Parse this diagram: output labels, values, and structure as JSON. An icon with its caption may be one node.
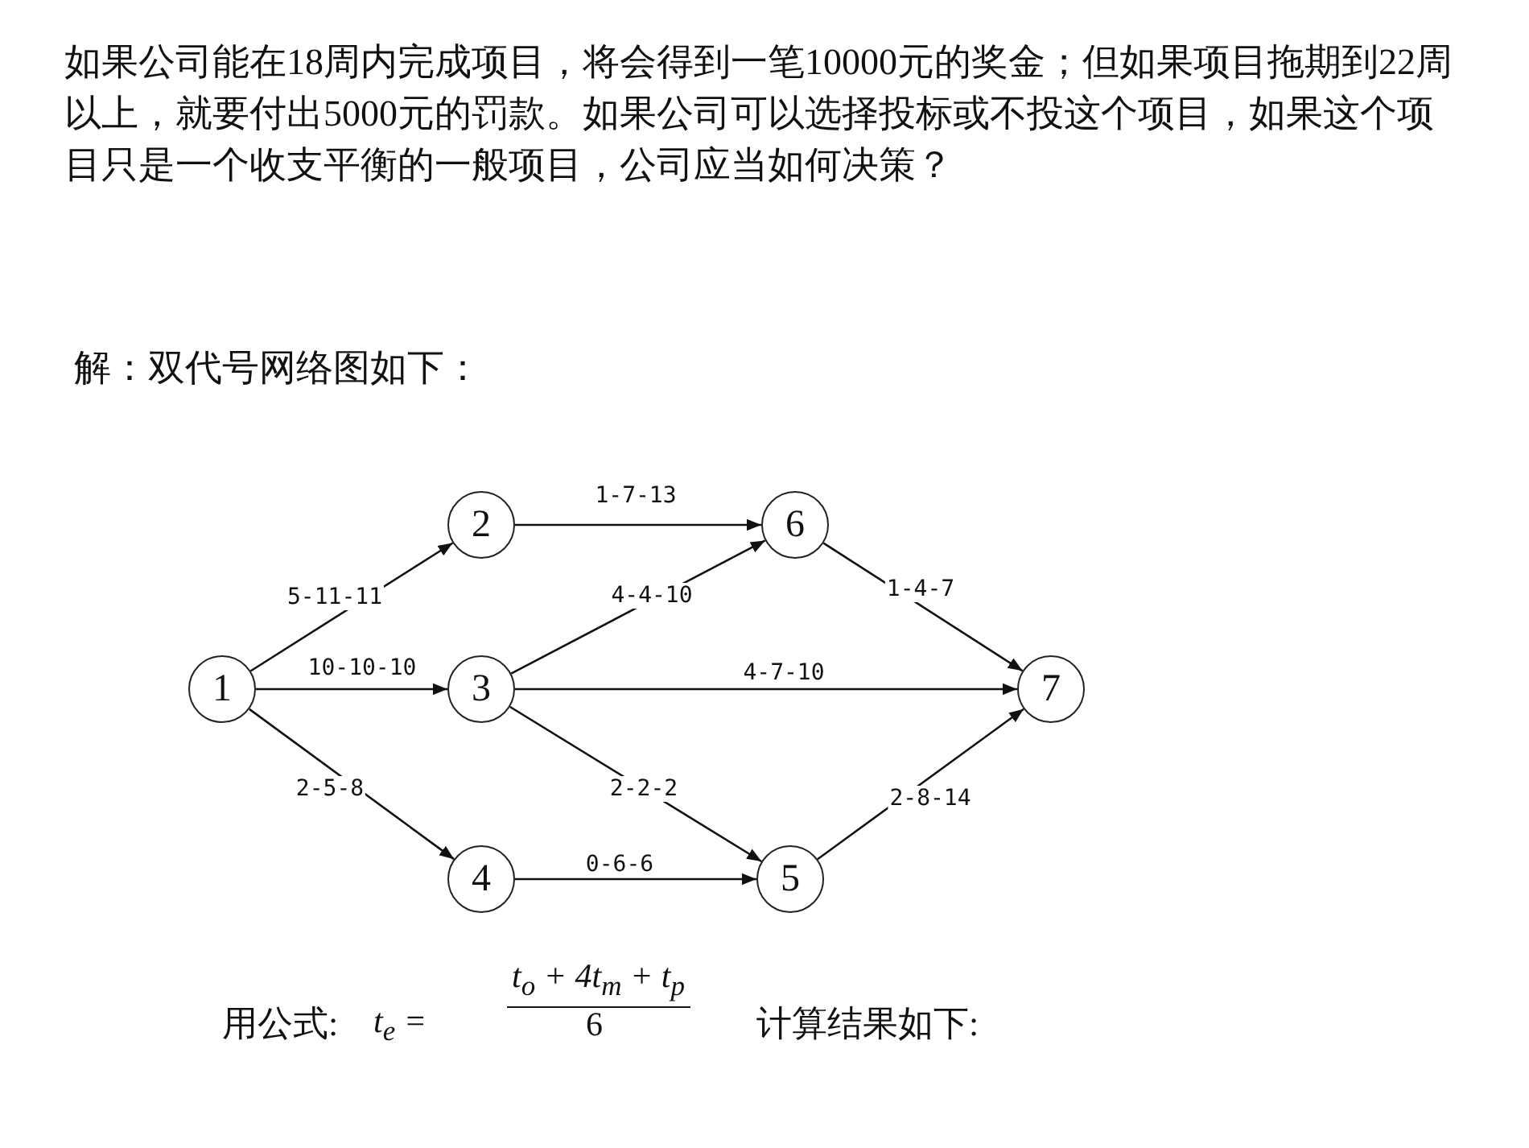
{
  "diagram": {
    "nodes": [
      {
        "text": [
          "1"
        ]
      },
      {
        "text": [
          "2"
        ]
      },
      {
        "text": [
          "3"
        ]
      },
      {
        "text": [
          "4"
        ]
      },
      {
        "text": [
          "5"
        ]
      },
      {
        "text": [
          "6"
        ]
      },
      {
        "text": [
          "7"
        ]
      }
    ],
    "edges": [
      {
        "from": 0,
        "to": 1,
        "arrow": "to",
        "label": "5-11-11"
      },
      {
        "from": 0,
        "to": 2,
        "arrow": "to",
        "label": "10-10-10"
      },
      {
        "from": 0,
        "to": 3,
        "arrow": "to",
        "label": "2-5-8"
      },
      {
        "from": 1,
        "to": 5,
        "arrow": "to",
        "label": "1-7-13"
      },
      {
        "from": 2,
        "to": 5,
        "arrow": "to",
        "label": "4-4-10"
      },
      {
        "from": 2,
        "to": 6,
        "arrow": "to",
        "label": "4-7-10"
      },
      {
        "from": 2,
        "to": 4,
        "arrow": "to",
        "label": "2-2-2"
      },
      {
        "from": 3,
        "to": 4,
        "arrow": "to",
        "label": "0-6-6"
      },
      {
        "from": 5,
        "to": 6,
        "arrow": "to",
        "label": "1-4-7"
      },
      {
        "from": 4,
        "to": 6,
        "arrow": "to",
        "label": "2-8-14"
      }
    ],
    "labels": [
      "如果公司能在18周内完成项目，将会得到一笔10000元的奖金；但如果项目拖期到22周以上，就要付出5000元的罚款。如果公司可以选择投标或不投这个项目，如果这个项目只是一个收支平衡的一般项目，公司应当如何决策？",
      "解：双代号网络图如下：",
      "用公式:",
      "t$_{e}$ =",
      "t$_{o}$ + 4t$_{m}$ + t$_{p}$",
      "6",
      "计算结果如下:"
    ]
  }
}
